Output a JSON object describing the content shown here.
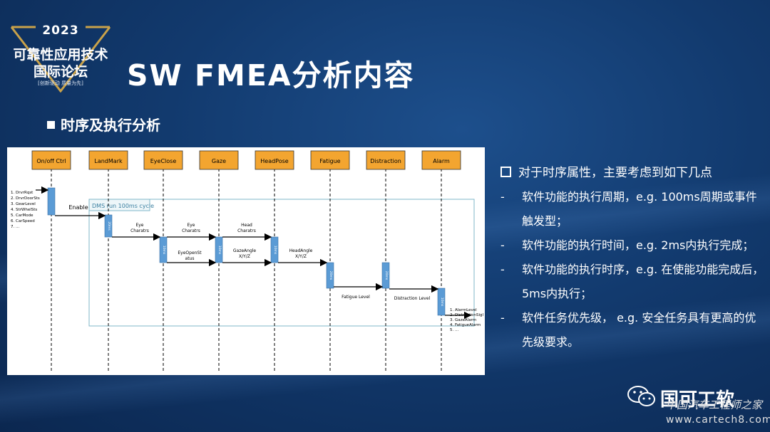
{
  "logo": {
    "year": "2023",
    "line1": "可靠性应用技术",
    "line2": "国际论坛",
    "line3": "[创新驱动 质量为先]"
  },
  "slide": {
    "title": "SW FMEA分析内容",
    "subtitle": "时序及执行分析"
  },
  "diagram": {
    "lifelines": [
      "On/off Ctrl",
      "LandMark",
      "EyeClose",
      "Gaze",
      "HeadPose",
      "Fatigue",
      "Distraction",
      "Alarm"
    ],
    "inputs": [
      "1. DrvrRqst",
      "2. DrvrDoorSts",
      "3. GearLevel",
      "4. StrWhelSts",
      "5. CarMode",
      "6. CarSpeed",
      "7. ..."
    ],
    "enable_label": "Enable",
    "cycle_label": "DMS run 100ms cycle",
    "activation_labels": [
      "20ms",
      "10ms",
      "10ms",
      "10ms",
      "20ms",
      "20ms",
      "10ms"
    ],
    "messages": {
      "eye_charatrs_1": [
        "Eye",
        "Charatrs"
      ],
      "eye_charatrs_2": [
        "Eye",
        "Charatrs"
      ],
      "head_charatrs": [
        "Head",
        "Charatrs"
      ],
      "eye_open_status": [
        "EyeOpenSt",
        "atus"
      ],
      "gaze_angle": [
        "GazeAngle",
        "X/Y/Z"
      ],
      "head_angle": [
        "HeadAngle",
        "X/Y/Z"
      ],
      "fatigue_level": "Fatigue Level",
      "distraction_level": "Distraction Level"
    },
    "outputs": [
      "1. AlarmLevel",
      "2. DistractionSigl",
      "3. GazeAlarm",
      "4. FatigueAlarm",
      "5. ..."
    ]
  },
  "points": {
    "heading": "对于时序属性，主要考虑到如下几点",
    "items": [
      {
        "dash": "-",
        "text": "软件功能的执行周期，e.g. 100ms周期或事件触发型；"
      },
      {
        "dash": "-",
        "text": "软件功能的执行时间，e.g. 2ms内执行完成；"
      },
      {
        "dash": "-",
        "text": "软件功能的执行时序，e.g. 在使能功能完成后，5ms内执行；"
      },
      {
        "dash": "-",
        "text": "软件任务优先级， e.g. 安全任务具有更高的优先级要求。"
      }
    ]
  },
  "footer": {
    "brand": "国可工软",
    "watermark": "中国汽车工程师之家",
    "url": "www.cartech8.com"
  },
  "colors": {
    "lifeline_box": "#f3a530",
    "activation": "#5b9bd5",
    "cycle_frame": "#7fb7c9"
  }
}
